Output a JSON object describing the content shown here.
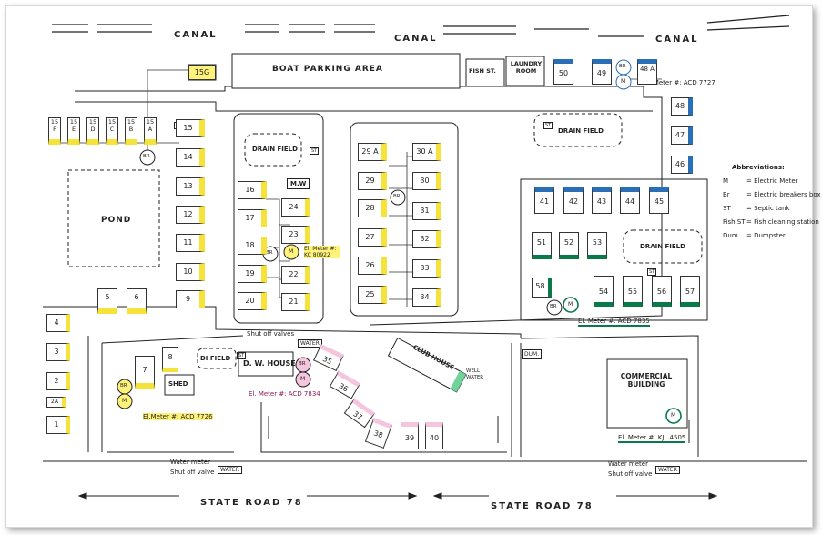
{
  "canals": [
    "CANAL",
    "CANAL",
    "CANAL"
  ],
  "roads": [
    "STATE ROAD 78",
    "STATE ROAD 78"
  ],
  "areas": {
    "boat_parking": "BOAT PARKING AREA",
    "fish_station": "FISH ST.",
    "laundry": "LAUNDRY ROOM",
    "pond": "POND",
    "drain_field_1": "DRAIN FIELD",
    "drain_field_2": "DRAIN FIELD",
    "drain_field_3": "DRAIN FIELD",
    "di_field": "DI FIELD",
    "dw_house": "D. W. HOUSE",
    "shed": "SHED",
    "club_house": "CLUB HOUSE",
    "commercial": "COMMERCIAL BUILDING",
    "dumpster": "DUM.",
    "mw": "M.W",
    "water_tag": "WATER"
  },
  "meters": {
    "m1": "El. Meter #: ACD 7727",
    "m2": "El. Meter #: KC 80922",
    "m3": "El. Meter #: ACD 7835",
    "m4": "El. Meter #: ACD 7834",
    "m5": "El.Meter #: ACD 7726",
    "m6": "El. Meter #: KJL 4505"
  },
  "notes": {
    "shut_off_top": "Shut off valves",
    "water_meter_l": "Water meter",
    "shut_off_l": "Shut off valve",
    "water_meter_r": "Water meter",
    "shut_off_r": "Shut off valve",
    "well_water": "WELL WATER"
  },
  "symbols": {
    "br": "BR",
    "m": "M",
    "st": "ST"
  },
  "abbreviations": {
    "title": "Abbreviations:",
    "items": [
      {
        "k": "M",
        "v": "= Electric Meter"
      },
      {
        "k": "Br",
        "v": "= Electric breakers box"
      },
      {
        "k": "ST",
        "v": "= Septic tank"
      },
      {
        "k": "Fish ST",
        "v": "= Fish cleaning station"
      },
      {
        "k": "Dum",
        "v": "= Dumpster"
      }
    ]
  },
  "lots": {
    "lot_15g": "15G",
    "lot_15_row": [
      "15 F",
      "15 E",
      "15 D",
      "15 C",
      "15 B",
      "15 A"
    ],
    "lot_col_left": [
      "15",
      "14",
      "13",
      "12",
      "11",
      "10",
      "9"
    ],
    "lot_col_far_left": [
      "4",
      "3",
      "2",
      "2A",
      "1"
    ],
    "lot_5": "5",
    "lot_6": "6",
    "lot_7": "7",
    "lot_8": "8",
    "lot_mid_left": [
      "16",
      "17",
      "18",
      "19",
      "20"
    ],
    "lot_mid_right": [
      "24",
      "23",
      "22",
      "21"
    ],
    "lot_c_left": [
      "29 A",
      "29",
      "28",
      "27",
      "26",
      "25"
    ],
    "lot_c_right": [
      "30 A",
      "30",
      "31",
      "32",
      "33",
      "34"
    ],
    "lot_top_right": [
      "50",
      "49",
      "48 A"
    ],
    "lot_right_col": [
      "48",
      "47",
      "46"
    ],
    "lot_blue_row": [
      "41",
      "42",
      "43",
      "44",
      "45"
    ],
    "lot_green_row": [
      "51",
      "52",
      "53"
    ],
    "lot_bottom_right": [
      "58",
      "54",
      "55",
      "56",
      "57"
    ],
    "lot_diag": [
      "35",
      "36",
      "37",
      "38"
    ],
    "lot_39": "39",
    "lot_40": "40"
  }
}
